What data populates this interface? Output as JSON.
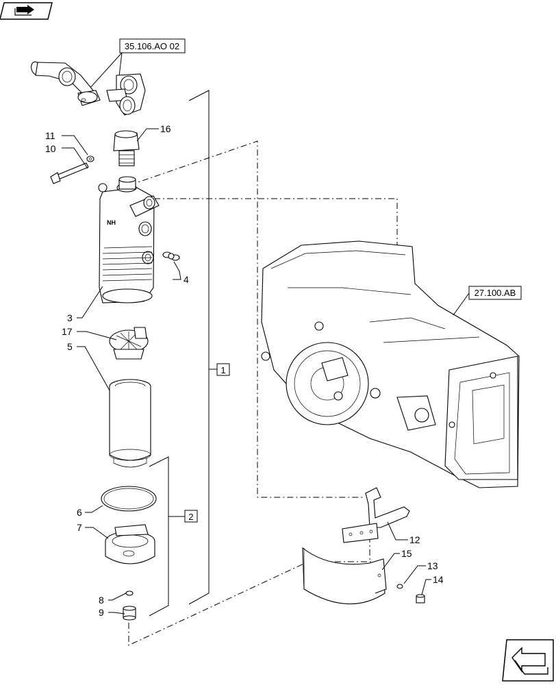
{
  "references": {
    "upper": "35.106.AO 02",
    "right": "27.100.AB"
  },
  "group_boxes": {
    "group1": "1",
    "group2": "2"
  },
  "callouts": {
    "c3": "3",
    "c4": "4",
    "c5": "5",
    "c6": "6",
    "c7": "7",
    "c8": "8",
    "c9": "9",
    "c10": "10",
    "c11": "11",
    "c12": "12",
    "c13": "13",
    "c14": "14",
    "c15": "15",
    "c16": "16",
    "c17": "17"
  },
  "icons": {
    "top_left": "book-arrow-icon",
    "bottom_right": "next-page-arrow-icon"
  }
}
